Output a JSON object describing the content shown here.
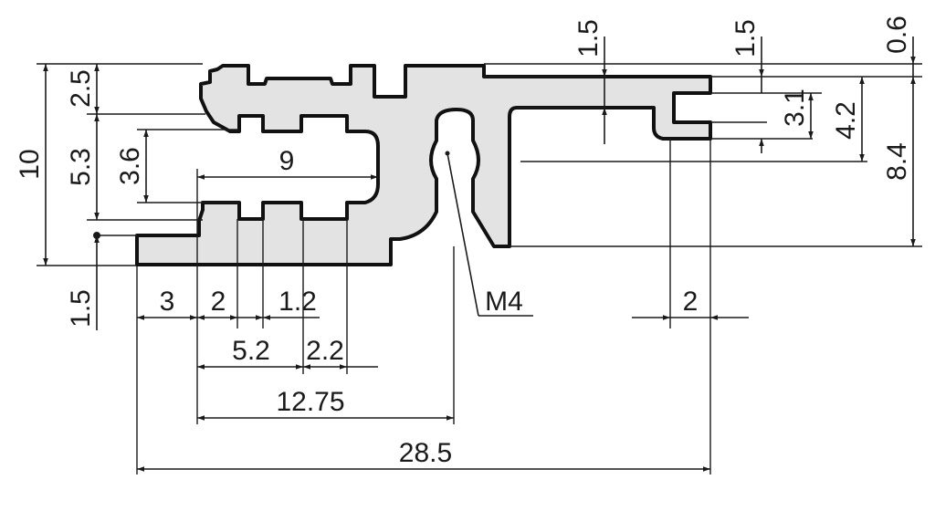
{
  "colors": {
    "profile_fill": "#e3e3e3",
    "outline": "#111111",
    "dimension_line": "#1a1a1a",
    "background": "#ffffff"
  },
  "dimensions": {
    "horizontal": {
      "d3": "3",
      "d2_groove": "2",
      "d1_2": "1.2",
      "d9": "9",
      "d5_2": "5.2",
      "d2_2": "2.2",
      "d12_75": "12.75",
      "d28_5": "28.5",
      "d2_right": "2"
    },
    "vertical": {
      "d10": "10",
      "d2_5": "2.5",
      "d5_3": "5.3",
      "d3_6": "3.6",
      "d1_5_bottom": "1.5",
      "d1_5_top_mid": "1.5",
      "d1_5_top_right": "1.5",
      "d0_6": "0.6",
      "d3_1": "3.1",
      "d4_2": "4.2",
      "d8_4": "8.4"
    }
  },
  "callouts": {
    "thread": "M4"
  }
}
